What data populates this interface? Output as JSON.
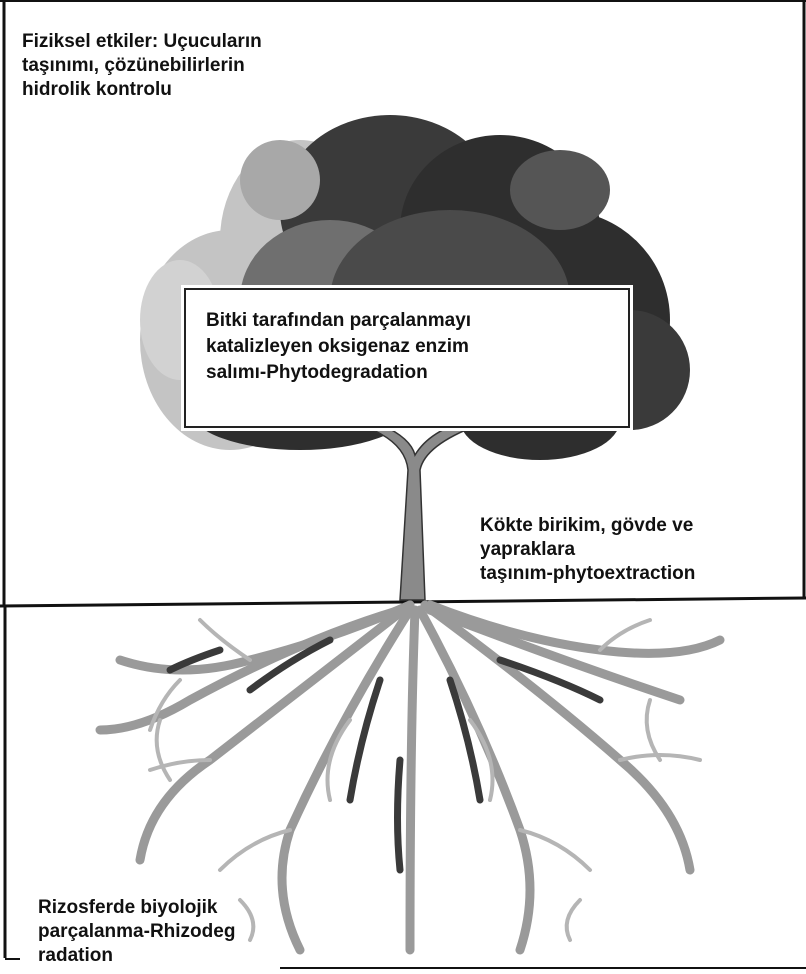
{
  "labels": {
    "physical_effects": "Fiziksel etkiler: Uçucuların\ntaşınımı, çözünebilirlerin\nhidrolik kontrolu",
    "phytodegradation": "Bitki tarafından parçalanmayı\nkatalizleyen oksigenaz enzim\nsalımı-Phytodegradation",
    "phytoextraction": "Kökte birikim, gövde ve\nyapraklara\ntaşınım-phytoextraction",
    "rhizodegradation": "Rizosferde biyolojik\nparçalanma-Rhizodeg\nradation"
  },
  "colors": {
    "frame": "#111111",
    "canopy_dark": "#2e2e2e",
    "canopy_mid": "#6f6f6f",
    "canopy_light": "#c4c4c4",
    "trunk": "#8a8a8a",
    "roots_light": "#9a9a9a",
    "roots_dark": "#3a3a3a"
  },
  "icons": [
    "tree-canopy",
    "tree-trunk",
    "tree-roots"
  ]
}
